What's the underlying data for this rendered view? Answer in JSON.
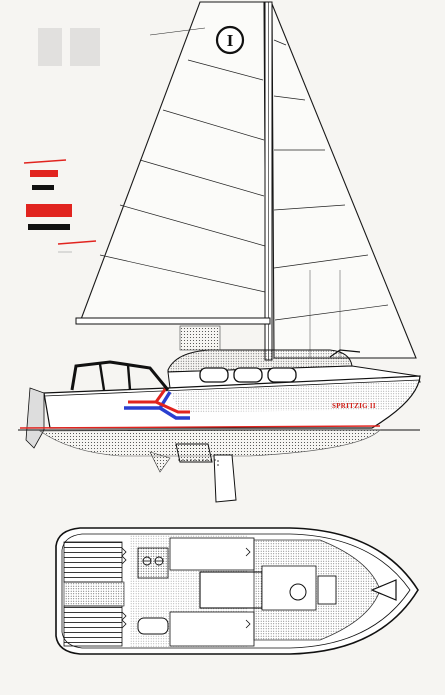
{
  "drawing": {
    "boat_name": "SPRITZIG II",
    "sail_logo_letter": "I"
  },
  "colors": {
    "paper": "#f6f5f2",
    "ink": "#1a1a1a",
    "red": "#e1241f",
    "blue": "#2a3fd0",
    "hull_name": "#d2231c"
  },
  "legend": {
    "swatches": [
      "red",
      "black",
      "red",
      "black"
    ]
  }
}
